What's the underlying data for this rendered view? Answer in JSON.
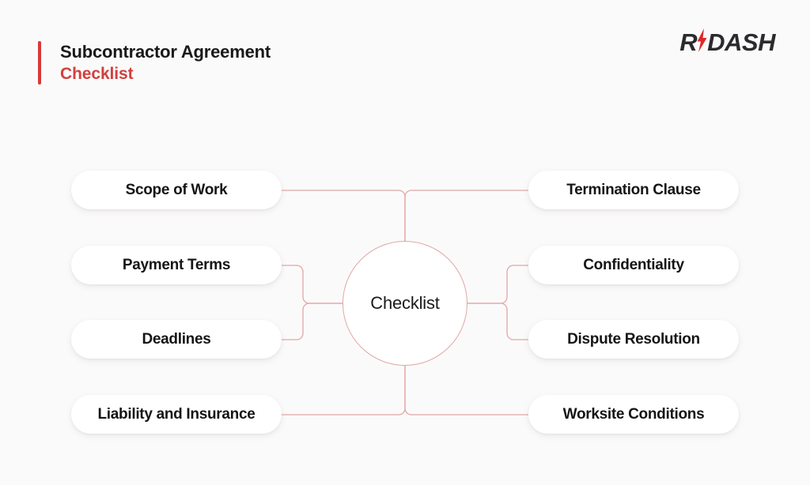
{
  "header": {
    "title_main": "Subcontractor Agreement",
    "title_sub": "Checklist",
    "accent_color": "#d83a38"
  },
  "logo": {
    "text_before": "R",
    "text_after": "DASH",
    "bolt_icon": "lightning-bolt-icon",
    "bolt_color": "#e02726",
    "word_color": "#2b2b2e"
  },
  "diagram": {
    "type": "mind-map",
    "center": {
      "label": "Checklist"
    },
    "line_color": "#e0a8a6",
    "left_nodes": [
      {
        "label": "Scope of Work"
      },
      {
        "label": "Payment Terms"
      },
      {
        "label": "Deadlines"
      },
      {
        "label": "Liability and Insurance"
      }
    ],
    "right_nodes": [
      {
        "label": "Termination Clause"
      },
      {
        "label": "Confidentiality"
      },
      {
        "label": "Dispute Resolution"
      },
      {
        "label": "Worksite Conditions"
      }
    ]
  }
}
